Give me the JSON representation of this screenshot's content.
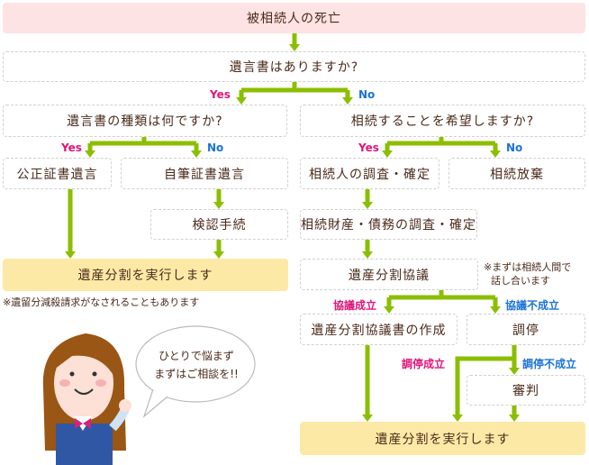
{
  "colors": {
    "arrow": "#8cbe00",
    "yes": "#e0147a",
    "no": "#1a73d6",
    "start": "#fde3e3",
    "result": "#fde9a6"
  },
  "nodes": {
    "death": "被相続人の死亡",
    "q_will": "遺言書はありますか?",
    "q_will_type": "遺言書の種類は何ですか?",
    "q_inherit": "相続することを希望しますか?",
    "notarial_will": "公正証書遺言",
    "holographic_will": "自筆証書遺言",
    "heir_survey": "相続人の調査・確定",
    "renunciation": "相続放棄",
    "probate": "検認手続",
    "asset_survey": "相続財産・債務の調査・確定",
    "execute_left": "遺産分割を実行します",
    "division_talks": "遺産分割協議",
    "agreement_doc": "遺産分割協議書の作成",
    "mediation": "調停",
    "judgment": "審判",
    "execute_right": "遺産分割を実行します"
  },
  "labels": {
    "yes": "Yes",
    "no": "No",
    "talks_ok": "協議成立",
    "talks_ng": "協議不成立",
    "mediation_ok": "調停成立",
    "mediation_ng": "調停不成立"
  },
  "notes": {
    "reserved_portion": "※遺留分減殺請求がなされることもあります",
    "talk_first_1": "※まずは相続人間で",
    "talk_first_2": "話し合います"
  },
  "bubble": {
    "line1": "ひとりで悩まず",
    "line2": "まずはご相談を!!"
  }
}
